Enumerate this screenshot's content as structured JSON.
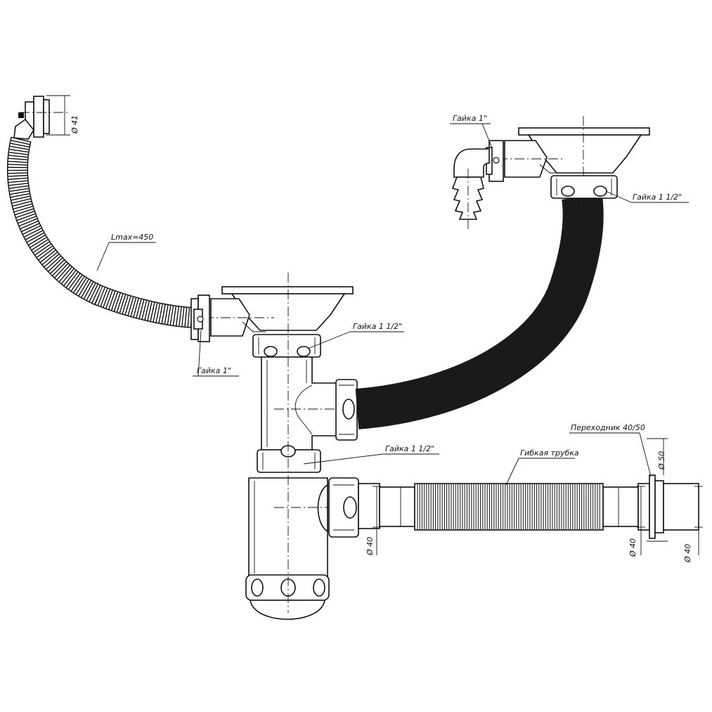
{
  "labels": {
    "nut_1_top": "Гайка 1\"",
    "nut_1_5_top": "Гайка 1 1/2\"",
    "lmax": "Lmax=450",
    "nut_1_5_center": "Гайка 1 1/2\"",
    "nut_1_left": "Гайка 1\"",
    "nut_1_5_lower": "Гайка 1 1/2\"",
    "flexible_pipe": "Гибкая трубка",
    "adapter": "Переходник 40/50",
    "dia_41": "Ø 41",
    "dia_50": "Ø 50",
    "dia_40_left": "Ø 40",
    "dia_40_mid": "Ø 40",
    "dia_40_right": "Ø 40"
  },
  "colors": {
    "ink": "#111111",
    "hose_fill": "#1a1a1a",
    "background": "#ffffff"
  }
}
